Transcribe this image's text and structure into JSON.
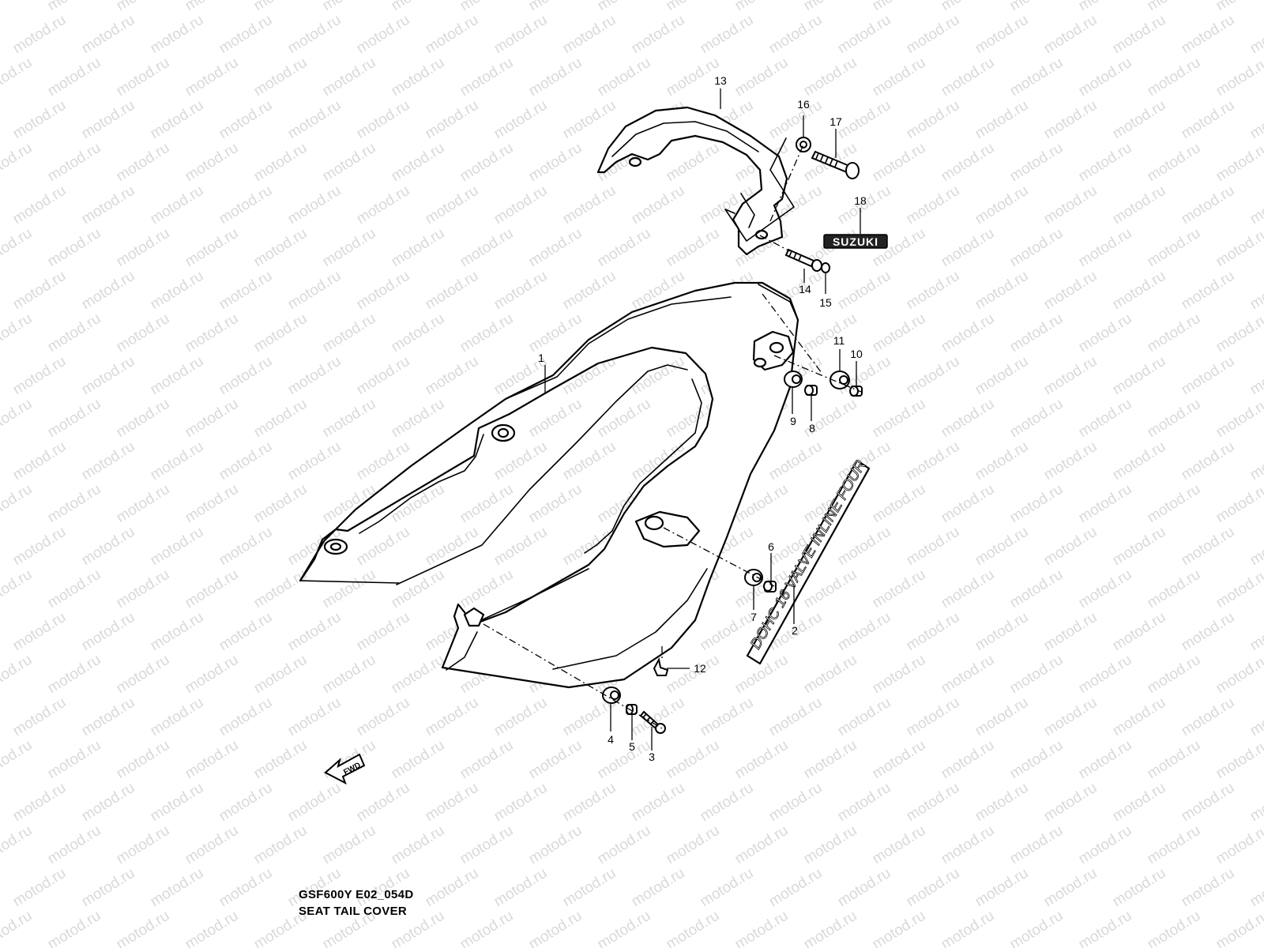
{
  "watermark": "motod.ru",
  "diagram": {
    "model_code": "GSF600Y E02_054D",
    "title": "SEAT TAIL COVER",
    "fwd_label": "FWD",
    "emblem_text": "SUZUKI",
    "decal_text": "DOHC 16 VALVE INLINE FOUR",
    "callouts": [
      "1",
      "2",
      "3",
      "4",
      "5",
      "6",
      "7",
      "8",
      "9",
      "10",
      "11",
      "12",
      "13",
      "14",
      "15",
      "16",
      "17",
      "18"
    ]
  }
}
